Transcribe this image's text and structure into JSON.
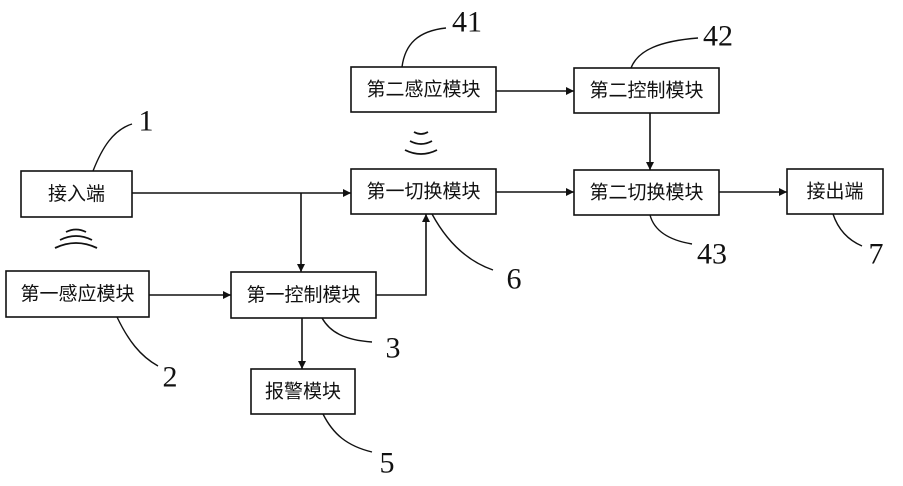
{
  "modules": {
    "input_terminal": "接入端",
    "first_sensing": "第一感应模块",
    "first_control": "第一控制模块",
    "alarm": "报警模块",
    "first_switch": "第一切换模块",
    "second_sensing": "第二感应模块",
    "second_control": "第二控制模块",
    "second_switch": "第二切换模块",
    "output_terminal": "接出端"
  },
  "refs": {
    "input_terminal": "1",
    "first_sensing": "2",
    "first_control": "3",
    "alarm": "5",
    "first_switch": "6",
    "output_terminal": "7",
    "second_sensing": "41",
    "second_control": "42",
    "second_switch": "43"
  },
  "icons": {
    "wireless_1": "wireless-signal-icon",
    "wireless_2": "wireless-signal-icon"
  },
  "colors": {
    "line": "#111111",
    "background": "#ffffff"
  }
}
